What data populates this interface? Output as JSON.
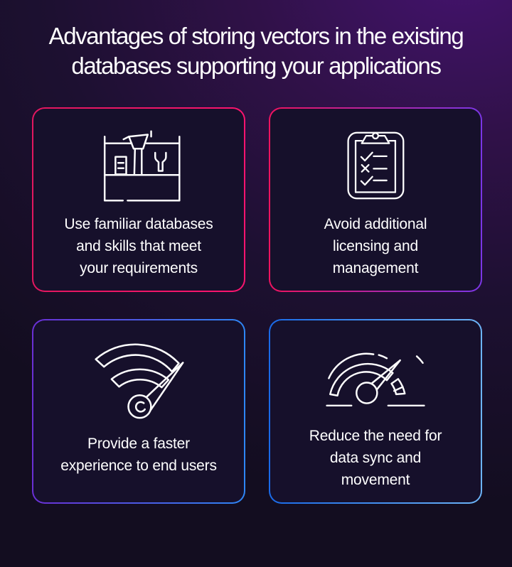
{
  "page": {
    "title_lines": [
      "Advantages of storing vectors in the existing",
      "databases supporting your applications"
    ]
  },
  "colors": {
    "background_top_right": "#44136e",
    "background_mid": "#241138",
    "background_bottom_left": "#120c1e",
    "card_background": "#16102b",
    "text": "#ffffff",
    "icon_stroke": "#ffffff"
  },
  "cards": [
    {
      "icon": "toolbox-icon",
      "lines": [
        "Use familiar databases",
        "and skills that meet",
        "your requirements"
      ],
      "border_from": "#e2175f",
      "border_to": "#fb146f"
    },
    {
      "icon": "checklist-clipboard-icon",
      "lines": [
        "Avoid additional",
        "licensing and",
        "management"
      ],
      "border_from": "#ef135f",
      "border_to": "#7b36e6"
    },
    {
      "icon": "wifi-speedometer-icon",
      "lines": [
        "Provide a faster",
        "experience to end users"
      ],
      "border_from": "#6a2fd4",
      "border_to": "#2e86f5"
    },
    {
      "icon": "gauge-speedometer-icon",
      "lines": [
        "Reduce the need for",
        "data sync and",
        "movement"
      ],
      "border_from": "#1a6ae8",
      "border_to": "#6db4f7"
    }
  ]
}
